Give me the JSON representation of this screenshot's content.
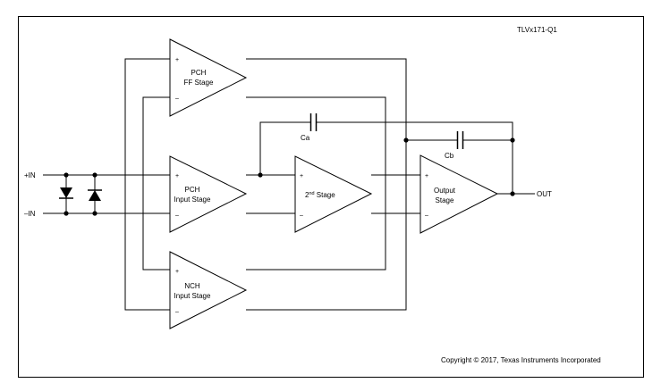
{
  "part_number": "TLVx171-Q1",
  "copyright": "Copyright © 2017, Texas Instruments Incorporated",
  "pins": {
    "in_plus": "+IN",
    "in_minus": "–IN",
    "out": "OUT"
  },
  "stages": {
    "pch_ff": {
      "line1": "PCH",
      "line2": "FF Stage"
    },
    "pch_input": {
      "line1": "PCH",
      "line2": "Input Stage"
    },
    "second": {
      "base": "2",
      "sup": "nd",
      "rest": " Stage"
    },
    "nch_input": {
      "line1": "NCH",
      "line2": "Input Stage"
    },
    "output": {
      "line1": "Output",
      "line2": "Stage"
    }
  },
  "capacitors": {
    "ca": "Ca",
    "cb": "Cb"
  },
  "polarity": {
    "plus": "+",
    "minus": "–"
  }
}
